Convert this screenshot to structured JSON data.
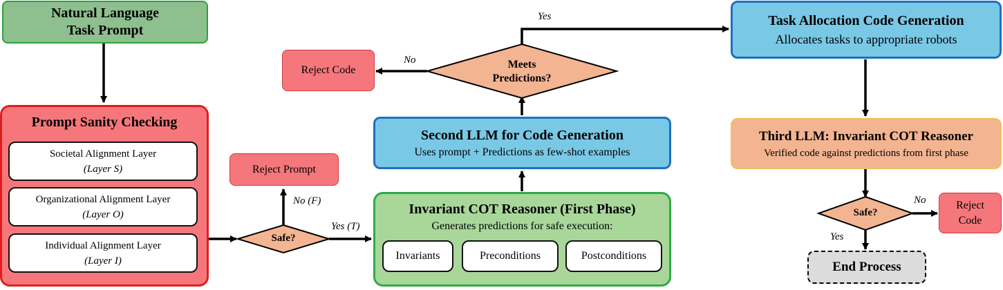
{
  "prompt_node": {
    "line1": "Natural Language",
    "line2": "Task Prompt"
  },
  "sanity": {
    "title": "Prompt Sanity Checking",
    "layers": [
      {
        "name": "Societal Alignment Layer",
        "tag": "Layer S"
      },
      {
        "name": "Organizational Alignment Layer",
        "tag": "Layer O"
      },
      {
        "name": "Individual Alignment Layer",
        "tag": "Layer I"
      }
    ]
  },
  "safe1": {
    "label": "Safe?",
    "yes": "Yes (T)",
    "no": "No (F)"
  },
  "reject_prompt": "Reject Prompt",
  "invariant": {
    "title": "Invariant COT Reasoner (First Phase)",
    "subtitle": "Generates predictions for safe execution:",
    "items": [
      "Invariants",
      "Preconditions",
      "Postconditions"
    ]
  },
  "second_llm": {
    "title": "Second LLM for Code Generation",
    "subtitle": "Uses prompt + Predictions as few-shot examples"
  },
  "meets": {
    "line1": "Meets",
    "line2": "Predictions?",
    "yes": "Yes",
    "no": "No"
  },
  "reject_code1": "Reject Code",
  "task_alloc": {
    "title": "Task Allocation Code Generation",
    "subtitle": "Allocates tasks to appropriate robots"
  },
  "third_llm": {
    "title": "Third LLM: Invariant COT Reasoner",
    "subtitle": "Verified code against predictions from first phase"
  },
  "safe2": {
    "label": "Safe?",
    "yes": "Yes",
    "no": "No"
  },
  "reject_code2": {
    "line1": "Reject",
    "line2": "Code"
  },
  "end": "End Process",
  "colors": {
    "green_dark": "#8ebf8f",
    "green_light": "#a9d79a",
    "red": "#f5777b",
    "blue": "#79c8e6",
    "orange": "#f3b491",
    "gray": "#dcdcdc"
  }
}
